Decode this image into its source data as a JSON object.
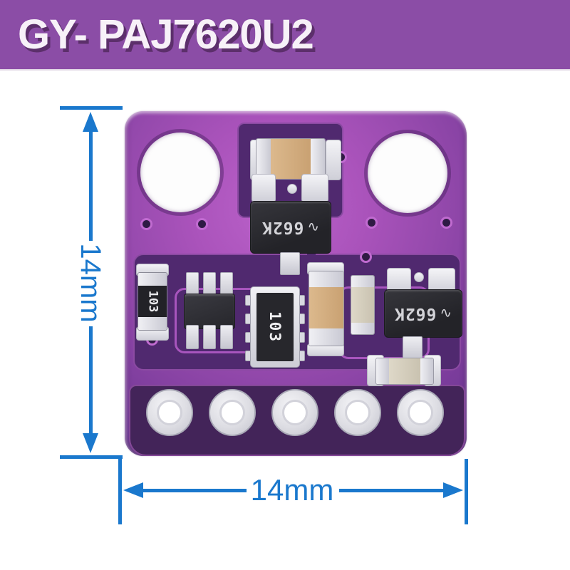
{
  "banner": {
    "title": "GY- PAJ7620U2",
    "bg_color": "#8b4da6",
    "text_color": "#f7f1f8"
  },
  "annotations": {
    "arrow_color": "#1a78cd",
    "vertical_label": "14mm",
    "horizontal_label": "14mm"
  },
  "pcb": {
    "board_colors": {
      "light": "#bb62ca",
      "mid": "#9449ac",
      "edge": "#653390",
      "trace_dark": "#50296f",
      "bottom_strip": "#432459"
    },
    "mounting_holes_count": "2",
    "pin_holes_count": "5",
    "components": {
      "regulator_top": {
        "label": "662K",
        "logo_glyph": "∿"
      },
      "regulator_right": {
        "label": "662K",
        "logo_glyph": "∿"
      },
      "resistor_network": {
        "label": "103"
      },
      "resistor_left": {
        "label": "103"
      }
    }
  }
}
